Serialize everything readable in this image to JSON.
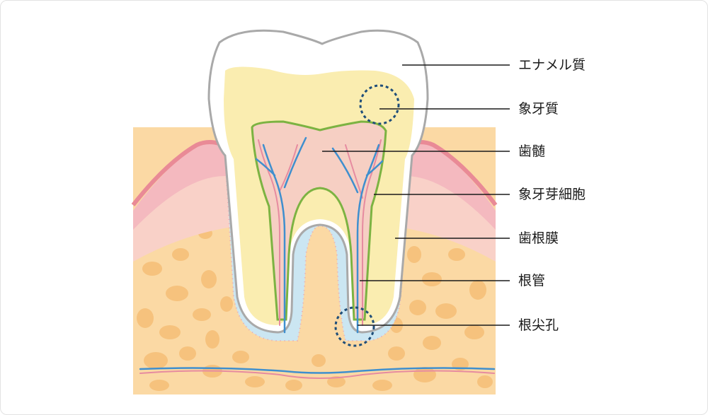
{
  "labels": [
    {
      "id": "enamel",
      "text": "エナメル質"
    },
    {
      "id": "dentin",
      "text": "象牙質"
    },
    {
      "id": "pulp",
      "text": "歯髄"
    },
    {
      "id": "odontoblast",
      "text": "象牙芽細胞"
    },
    {
      "id": "periodontal-ligament",
      "text": "歯根膜"
    },
    {
      "id": "root-canal",
      "text": "根管"
    },
    {
      "id": "apical-foramen",
      "text": "根尖孔"
    }
  ],
  "colors": {
    "bone": "#fbd9a4",
    "bone_pore": "#f6c27d",
    "gum": "#f4b9bf",
    "gum_edge": "#e98a96",
    "enamel_outline": "#a9a9a9",
    "dentin": "#faedb0",
    "pulp": "#f6cfc3",
    "odontoblast_line": "#7cb342",
    "ligament": "#cbe6f2",
    "vessel_blue": "#3f8fce",
    "vessel_red": "#e68ba0",
    "highlight_circle": "#1f4e79",
    "leader_line": "#1a1a1a"
  }
}
